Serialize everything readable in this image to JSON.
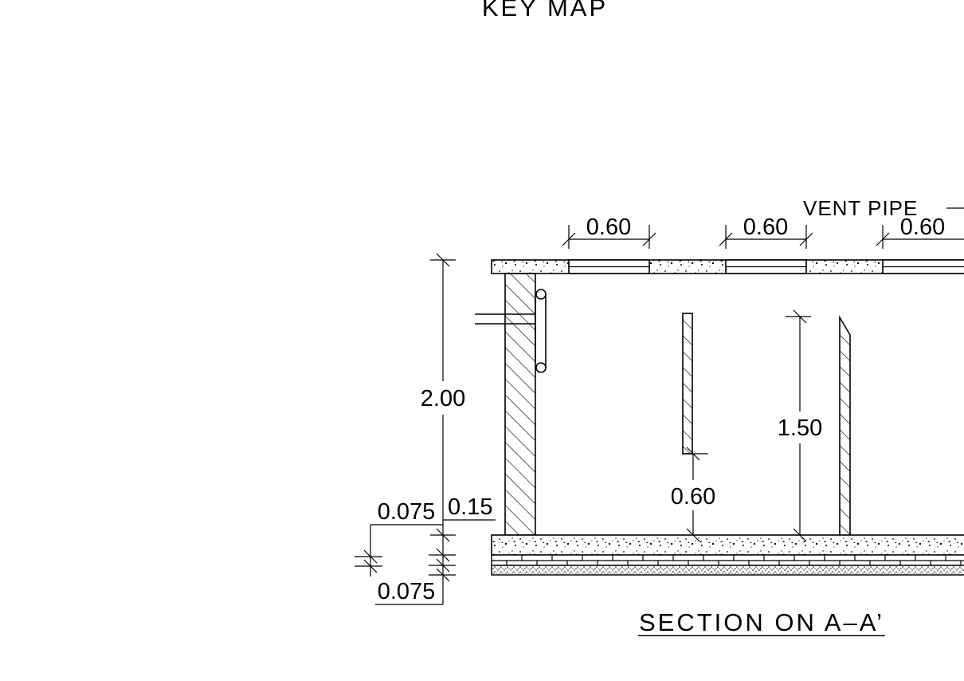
{
  "drawing": {
    "key_map_label": "KEY MAP",
    "section_title": "SECTION ON A–A’",
    "vent_pipe_label": "VENT PIPE",
    "dims": {
      "opening_1": "0.60",
      "opening_2": "0.60",
      "opening_3": "0.60",
      "total_height": "2.00",
      "baffle_height": "1.50",
      "baffle_clearance": "0.60",
      "wall_thickness": "0.15",
      "slab_thickness": "0.075",
      "base_thickness": "0.075"
    }
  }
}
